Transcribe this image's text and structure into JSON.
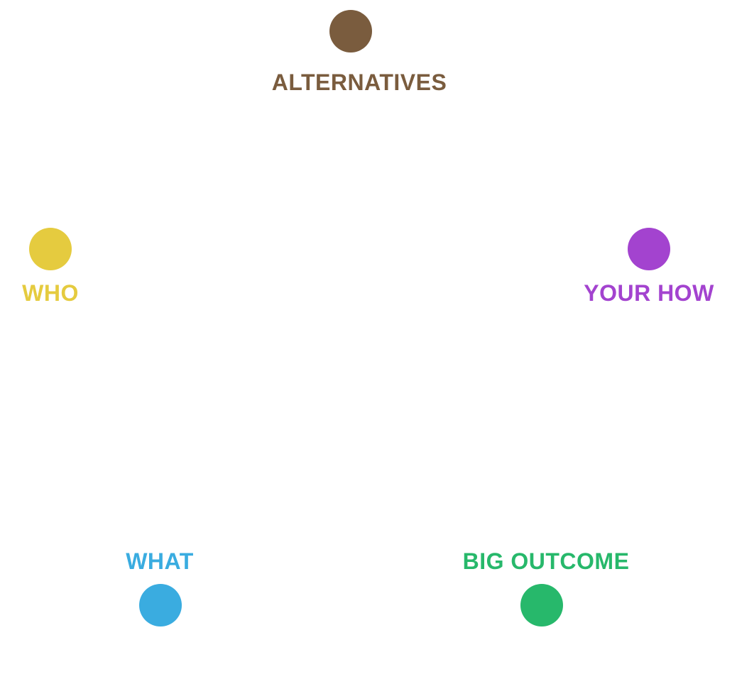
{
  "nodes": [
    {
      "id": "alternatives",
      "label": "ALTERNATIVES",
      "color": "#7A5C3E",
      "icon": "circle-icon"
    },
    {
      "id": "who",
      "label": "WHO",
      "color": "#E5CB3F",
      "icon": "circle-icon"
    },
    {
      "id": "your-how",
      "label": "YOUR HOW",
      "color": "#A343CF",
      "icon": "circle-icon"
    },
    {
      "id": "what",
      "label": "WHAT",
      "color": "#3AACE0",
      "icon": "circle-icon"
    },
    {
      "id": "big-outcome",
      "label": "BIG OUTCOME",
      "color": "#27B86B",
      "icon": "circle-icon"
    }
  ]
}
